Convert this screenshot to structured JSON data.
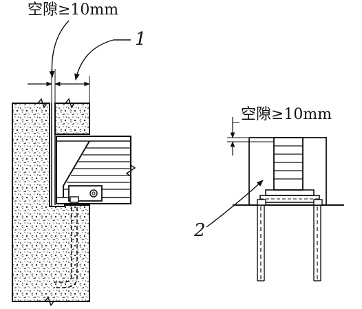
{
  "labels": {
    "gap_left": "空隙≥10mm",
    "gap_right": "空隙≥10mm",
    "callout_1": "1",
    "callout_2": "2"
  }
}
